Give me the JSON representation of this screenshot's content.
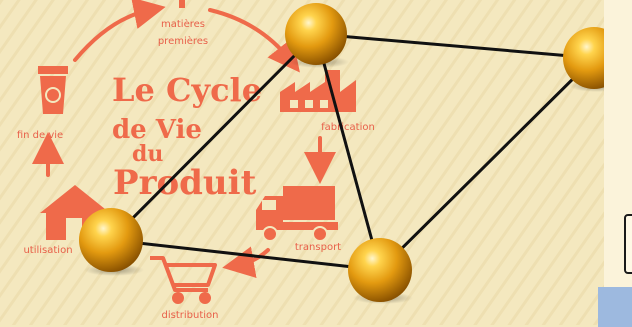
{
  "diagram": {
    "title_lines": [
      "Le Cycle",
      "de Vie",
      "du",
      "Produit"
    ],
    "stages": {
      "raw_materials": [
        "matières",
        "premières"
      ],
      "manufacturing": "fabrication",
      "transport": "transport",
      "distribution": "distribution",
      "use": "utilisation",
      "end_of_life": "fin de vie"
    }
  },
  "colors": {
    "background": "#f4e8bf",
    "cycle_accent": "#ef6a4a",
    "node": "#e9a617",
    "edge": "#111111"
  },
  "icons": [
    "factory-icon",
    "truck-icon",
    "cart-icon",
    "house-icon",
    "recycle-bin-icon",
    "arrow-icon"
  ]
}
